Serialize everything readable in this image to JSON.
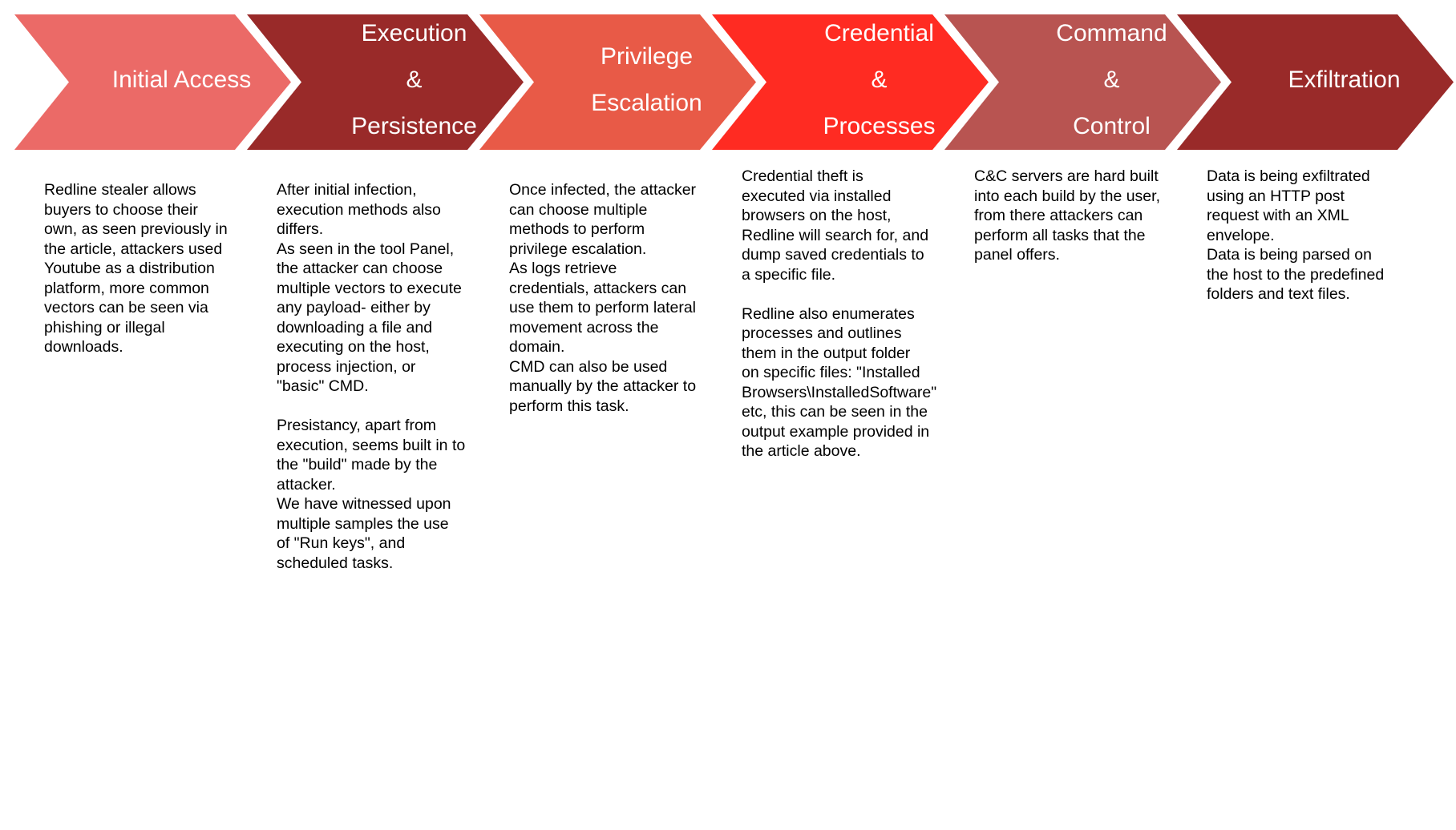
{
  "stages": [
    {
      "id": "initial-access",
      "color": "#EB6A67",
      "label_lines": [
        "Initial Access"
      ],
      "description": "Redline stealer allows buyers to choose their own, as seen previously in the article, attackers used Youtube as a distribution platform, more common vectors can be seen via phishing or illegal downloads."
    },
    {
      "id": "execution-persistence",
      "color": "#992A29",
      "label_lines": [
        "Execution",
        "&",
        "Persistence"
      ],
      "description": "After initial infection, execution methods also differs.\nAs seen in the tool Panel, the attacker can choose multiple vectors to execute any payload- either by downloading a file and executing on the host, process injection, or \"basic\" CMD.\n\nPresistancy, apart from execution, seems built in to the \"build\" made by the attacker.\nWe have witnessed upon multiple samples the use of \"Run keys\", and scheduled tasks."
    },
    {
      "id": "privilege-escalation",
      "color": "#E85A47",
      "label_lines": [
        "Privilege",
        "Escalation"
      ],
      "description": "Once infected, the attacker can choose multiple methods to perform privilege escalation.\nAs logs retrieve credentials, attackers can use them to perform lateral movement across the domain.\nCMD can also be used manually by the attacker to perform this task."
    },
    {
      "id": "credential-processes",
      "color": "#FF2B22",
      "label_lines": [
        "Credential",
        "&",
        "Processes"
      ],
      "description": "Credential theft is executed via installed browsers on the host, Redline will search for, and dump saved credentials to a specific file.\n\nRedline also enumerates processes and outlines them in the output folder on specific files: \"Installed Browsers\\InstalledSoftware\" etc, this can be seen in the output example provided in the article above."
    },
    {
      "id": "command-control",
      "color": "#B85451",
      "label_lines": [
        "Command",
        "&",
        "Control"
      ],
      "description": "C&C servers are hard built into each build by the user, from there attackers can perform all tasks that the panel offers."
    },
    {
      "id": "exfiltration",
      "color": "#992A29",
      "label_lines": [
        "Exfiltration"
      ],
      "description": "Data is being exfiltrated using an HTTP post request with an XML envelope.\nData is being parsed on the host to the predefined folders and text files."
    }
  ]
}
